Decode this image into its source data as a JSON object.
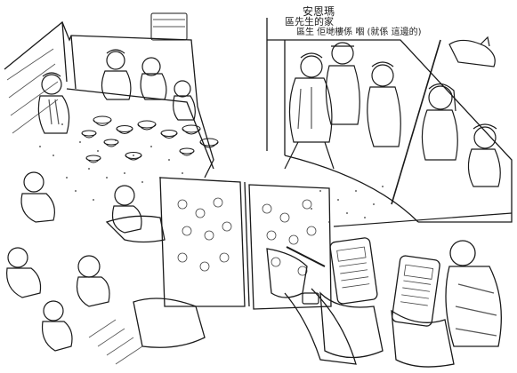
{
  "illustration": {
    "kind": "ink-sketch",
    "palette": {
      "ink": "#1a1a1a",
      "paper": "#ffffff",
      "hatch": "#555555"
    },
    "captions": [
      "安恩瑪",
      "區先生的家",
      "區生 佢哋樓係 嗰 (就係 這邊的)"
    ],
    "scenes": {
      "left_room": "people seated on floor among bowls and pots",
      "center": "hands holding open sketchbooks",
      "right_room": "group of people seated in a room",
      "bottom_right": "hands holding mobile phones"
    }
  }
}
